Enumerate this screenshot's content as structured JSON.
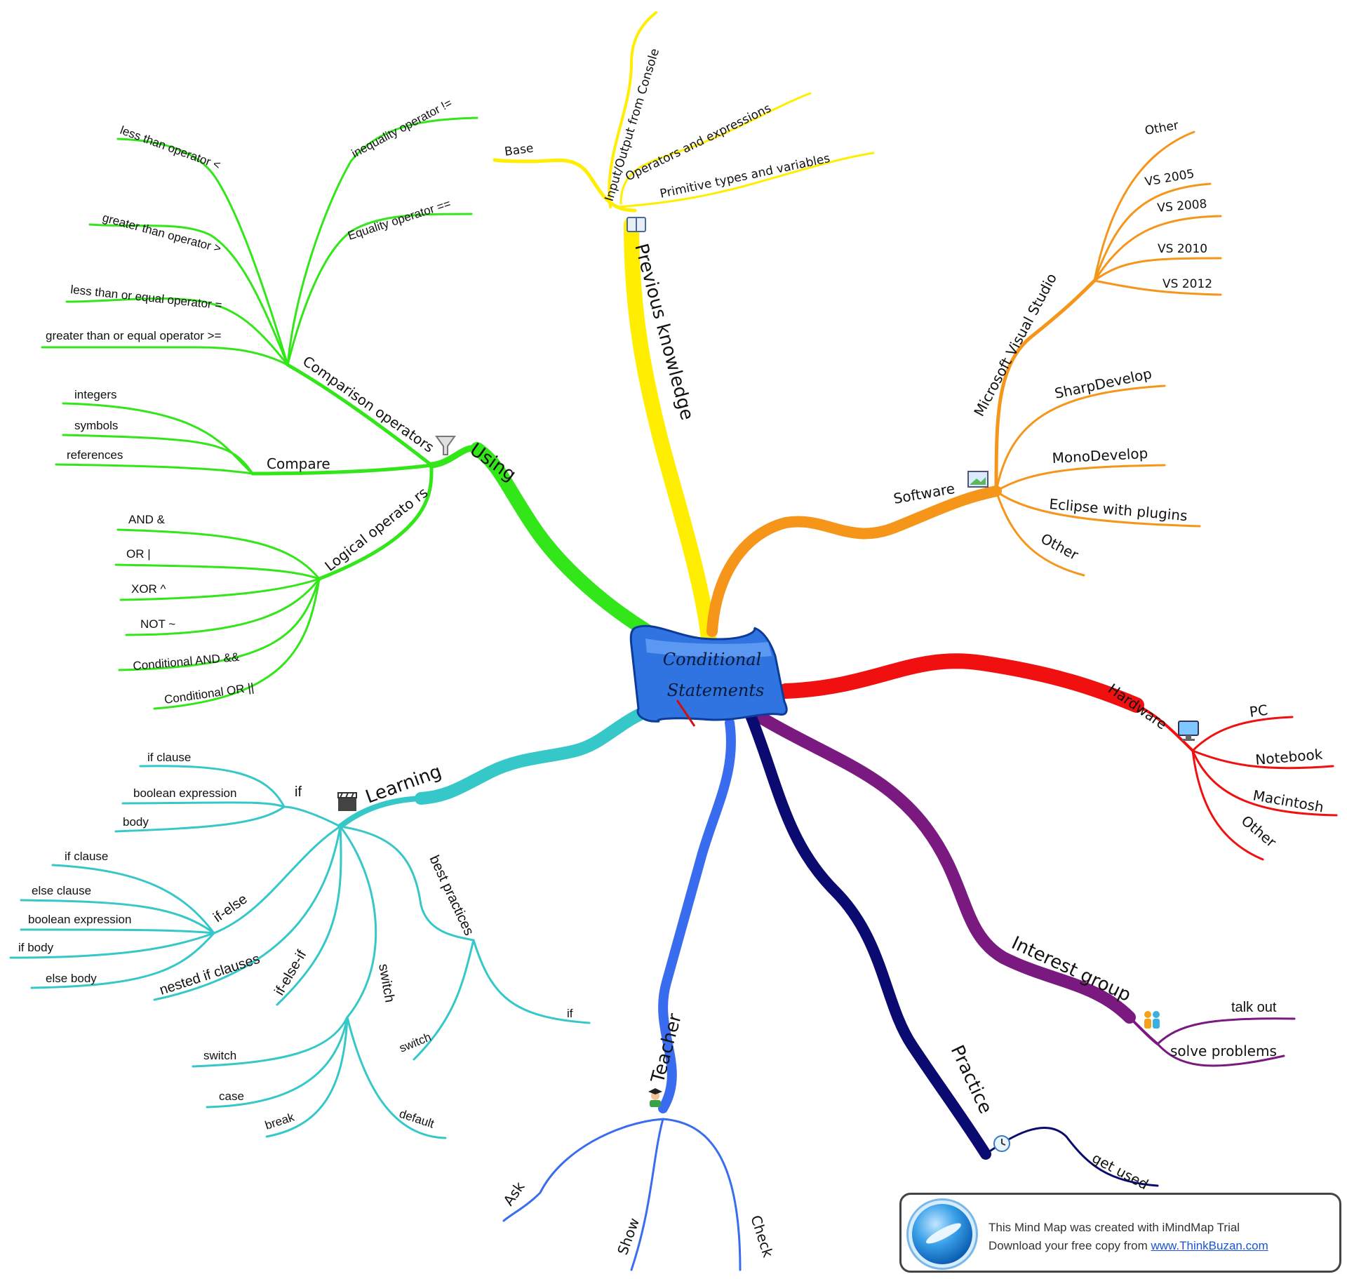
{
  "center": {
    "line1": "Conditional",
    "line2": "Statements"
  },
  "colors": {
    "using": "#33e61a",
    "previous_knowledge": "#ffee00",
    "software": "#f5961a",
    "hardware": "#f01010",
    "interest_group": "#7a1a80",
    "practice": "#0a0a70",
    "teacher": "#3a6cf0",
    "learning": "#36c8c8"
  },
  "branches": {
    "previous_knowledge": {
      "label": "Previous knowledge",
      "icon": "book-icon",
      "children": {
        "base": "Base",
        "input_output": "Input/Output from Console",
        "operators": "Operators and expressions",
        "primitive": "Primitive types and variables"
      }
    },
    "using": {
      "label": "Using",
      "icon": "funnel-icon",
      "comparison": {
        "label": "Comparison operators",
        "items": [
          "less than operator <",
          "greater than operator >",
          "less than or equal operator =",
          "greater than or equal operator >=",
          "inequality operator !=",
          "Equality operator =="
        ]
      },
      "compare": {
        "label": "Compare",
        "items": [
          "integers",
          "symbols",
          "references"
        ]
      },
      "logical": {
        "label": "Logical operato rs",
        "items": [
          "AND &",
          "OR |",
          "XOR ^",
          "NOT ~",
          "Conditional AND &&",
          "Conditional OR ||"
        ]
      }
    },
    "software": {
      "label": "Software",
      "icon": "picture-icon",
      "msvs": {
        "label": "Microsoft Visual Studio",
        "items": [
          "Other",
          "VS 2005",
          "VS 2008",
          "VS 2010",
          "VS 2012"
        ]
      },
      "items": [
        "SharpDevelop",
        "MonoDevelop",
        "Eclipse with plugins",
        "Other"
      ]
    },
    "hardware": {
      "label": "Hardware",
      "icon": "monitor-icon",
      "items": [
        "PC",
        "Notebook",
        "Macintosh",
        "Other"
      ]
    },
    "interest_group": {
      "label": "Interest group",
      "icon": "people-icon",
      "items": [
        "talk out",
        "solve problems"
      ]
    },
    "practice": {
      "label": "Practice",
      "icon": "clock-icon",
      "items": [
        "get used"
      ]
    },
    "teacher": {
      "label": "Teacher",
      "icon": "graduate-icon",
      "items": [
        "Ask",
        "Show",
        "Check"
      ]
    },
    "learning": {
      "label": "Learning",
      "icon": "clapperboard-icon",
      "if": {
        "label": "if",
        "items": [
          "if clause",
          "boolean expression",
          "body"
        ]
      },
      "if_else": {
        "label": "if-else",
        "items": [
          "if clause",
          "else clause",
          "boolean expression",
          "if body",
          "else body"
        ]
      },
      "nested": "nested if clauses",
      "if_else_if": "if-else-if",
      "switch": {
        "label": "switch",
        "items": [
          "switch",
          "case",
          "break",
          "default"
        ]
      },
      "best_practices": {
        "label": "best practices",
        "items": [
          "switch",
          "if"
        ]
      }
    }
  },
  "credit": {
    "line1": "This Mind Map was created with iMindMap Trial",
    "line2_prefix": "Download your free copy from ",
    "link": "www.ThinkBuzan.com"
  }
}
